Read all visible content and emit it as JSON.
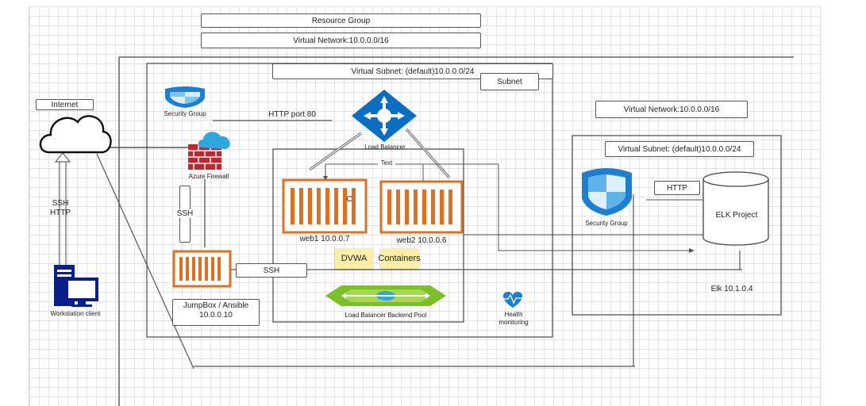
{
  "header": {
    "resource_group": "Resource Group",
    "vnet_main": "Virtual Network:10.0.0.0/16"
  },
  "left_subnet": {
    "subnet_title": "Virtual Subnet: (default)10.0.0.0/24",
    "subnet_tag": "Subnet",
    "security_group": "Security Group",
    "http_port": "HTTP port 80",
    "load_balancer": "Load Balancer",
    "azure_firewall": "Azure Firewall",
    "ssh_vertical": "SSH",
    "text_label": "Text",
    "c_label": "C",
    "web1": "web1 10.0.0.7",
    "web2": "web2 10.0.0.6",
    "dvwa": "DVWA",
    "containers": "Containers",
    "ssh_horizontal": "SSH",
    "jumpbox": "JumpBox / Ansible",
    "jumpbox_ip": "10.0.0.10",
    "backend_pool": "Load Balancer  Backend Pool",
    "health": "Health",
    "monitoring": "monitoring"
  },
  "left_external": {
    "internet": "Internet",
    "ssh": "SSH",
    "http": "HTTP",
    "workstation": "Workstation client"
  },
  "right_network": {
    "vnet": "Virtual Network:10.0.0.0/16",
    "subnet": "Virtual Subnet: (default)10.0.0.0/24",
    "security_group": "Security Group",
    "http": "HTTP",
    "elk_project": "ELK Project",
    "elk_ip": "Elk 10.1.0.4"
  },
  "colors": {
    "azure_blue": "#0a6fc2",
    "container_orange": "#e07020",
    "firewall_red": "#c0262c",
    "pool_green": "#7bbf2a",
    "workstation_navy": "#0a1e8c",
    "sticky_yellow": "#fbeea6"
  }
}
